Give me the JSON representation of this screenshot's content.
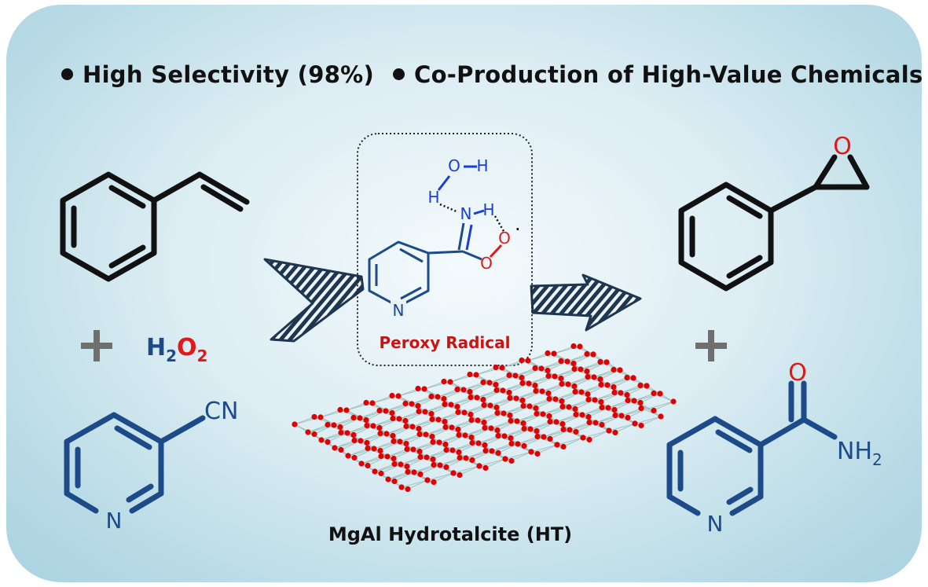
{
  "headlines": [
    {
      "text": "High Selectivity (98%)"
    },
    {
      "text": "Co-Production of High-Value Chemicals"
    }
  ],
  "reactants": {
    "oxidant_H": "H",
    "oxidant_sub2": "2",
    "oxidant_O": "O",
    "oxidant_sub2b": "2",
    "nitrile_group": "CN",
    "pyridine_N": "N"
  },
  "intermediate": {
    "label": "Peroxy Radical",
    "water_O": "O",
    "water_H1": "H",
    "water_H2": "H",
    "imine_N": "N",
    "imine_H": "H",
    "peroxy_O1": "O",
    "peroxy_O2": "O",
    "radical_dot": "·",
    "pyridine_N": "N"
  },
  "catalyst": {
    "label": "MgAl Hydrotalcite (HT)"
  },
  "products": {
    "epoxide_O": "O",
    "amide_O": "O",
    "amide_N": "NH",
    "amide_sub": "2",
    "pyridine_N": "N"
  },
  "colors": {
    "bond_black": "#111111",
    "bond_blue": "#1d4b8a",
    "water_blue": "#1a3fd6",
    "red": "#e01818",
    "radical_label": "#c81414",
    "plus_gray": "#7a7a7a",
    "arrow_navy": "#1e3650",
    "layer_fill": "#c8e3e3",
    "atom_red": "#e00000"
  }
}
